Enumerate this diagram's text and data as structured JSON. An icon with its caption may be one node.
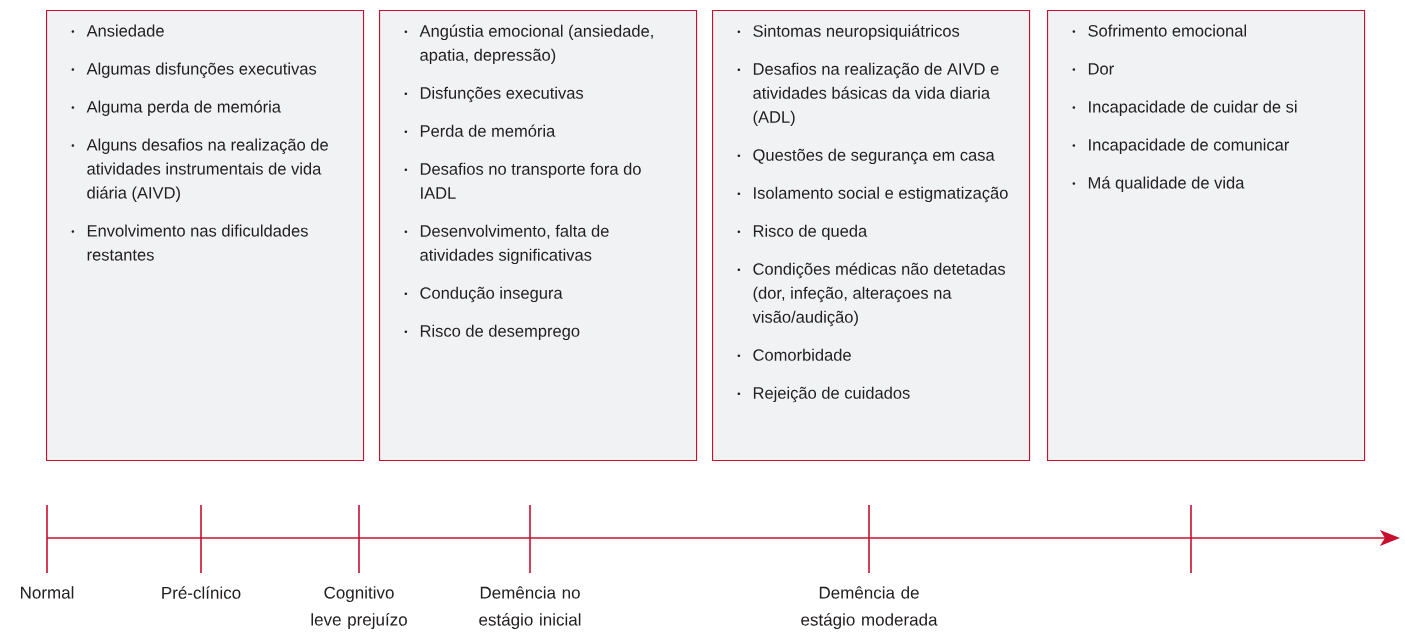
{
  "diagram": {
    "nodes": [
      {
        "text": [
          "Ansiedade",
          "Algumas disfunções executivas",
          "Alguma perda de memória",
          "Alguns desafios na realização de atividades instrumentais de vida diária (AIVD)",
          "Envolvimento nas dificuldades restantes"
        ]
      },
      {
        "text": [
          "Angústia emocional (ansiedade, apatia, depressão)",
          "Disfunções executivas",
          "Perda de memória",
          "Desafios no transporte fora do IADL",
          "Desenvolvimento, falta de atividades significativas",
          "Condução insegura",
          "Risco de desemprego"
        ]
      },
      {
        "text": [
          "Sintomas neuropsiquiátricos",
          "Desafios na realização de AIVD e atividades básicas da vida diaria (ADL)",
          "Questões de segurança em casa",
          "Isolamento social e estigmatização",
          "Risco de queda",
          "Condições médicas não detetadas (dor, infeção, alteraçoes na visão/audição)",
          "Comorbidade",
          "Rejeição de cuidados"
        ]
      },
      {
        "text": [
          "Sofrimento emocional",
          "Dor",
          "Incapacidade de cuidar de si",
          "Incapacidade de comunicar",
          "Má qualidade de vida"
        ]
      }
    ],
    "labels": [
      "Normal",
      "Pré-clínico",
      "Cognitivo leve prejuízo",
      "Demência no estágio inicial",
      "Demência de estágio moderada"
    ]
  }
}
